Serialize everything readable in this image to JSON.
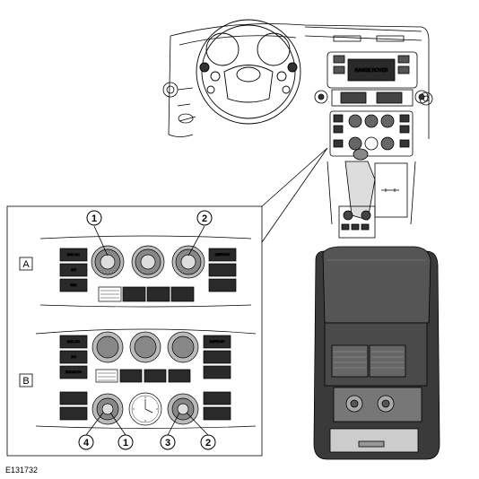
{
  "figure_id": "E131732",
  "sections": [
    {
      "key": "A",
      "label": "A"
    },
    {
      "key": "B",
      "label": "B"
    }
  ],
  "callouts_a": [
    "1",
    "2"
  ],
  "callouts_b": [
    "4",
    "1",
    "3",
    "2"
  ],
  "display_text": "RANGE ROVER",
  "buttons_a_left": [
    "MAX A/C",
    "A/C",
    "REC"
  ],
  "buttons_a_right": [
    "DEFROST",
    "",
    ""
  ],
  "buttons_b_left": [
    "MAX A/C",
    "A/C",
    "REC/AUTO"
  ],
  "buttons_b_right": [
    "DEFROST",
    "",
    ""
  ],
  "colors": {
    "line": "#000000",
    "button": "#2a2a2a",
    "console": "#3a3a3a"
  }
}
